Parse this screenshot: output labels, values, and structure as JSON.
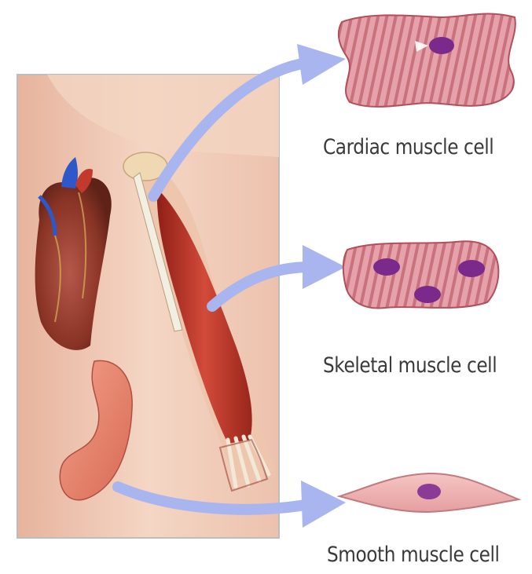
{
  "labels": {
    "cardiac": "Cardiac muscle cell",
    "skeletal": "Skeletal muscle cell",
    "smooth": "Smooth muscle cell"
  },
  "colors": {
    "arrow": "#a9b5ef",
    "skin": "#f1cdb8",
    "muscle": "#c73a2c",
    "cell_fill": "#e39aa3",
    "nucleus": "#7b2a8c"
  }
}
